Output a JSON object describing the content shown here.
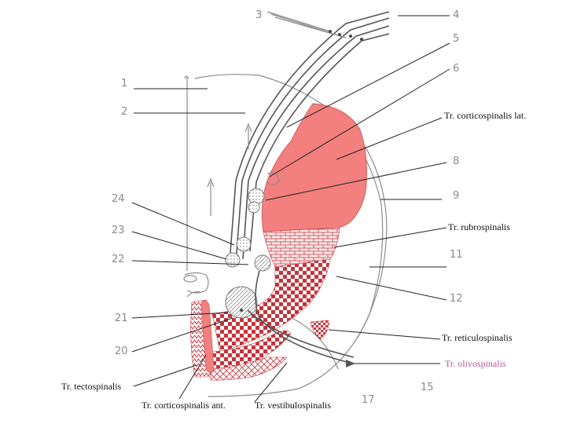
{
  "numbers": {
    "n1": "1",
    "n2": "2",
    "n3": "3",
    "n4": "4",
    "n5": "5",
    "n6": "6",
    "n8": "8",
    "n9": "9",
    "n11": "11",
    "n12": "12",
    "n15": "15",
    "n17": "17",
    "n20": "20",
    "n21": "21",
    "n22": "22",
    "n23": "23",
    "n24": "24"
  },
  "labels": {
    "corticospinalis_lat": "Tr. corticospinalis lat.",
    "rubrospinalis": "Tr. rubrospinalis",
    "reticulospinalis": "Tr. reticulospinalis",
    "olivospinalis": "Tr. olivospinalis",
    "tectospinalis": "Tr. tectospinalis",
    "corticospinalis_ant": "Tr. corticospinalis ant.",
    "vestibulospinalis": "Tr. vestibulospinalis"
  },
  "colors": {
    "lateral_tract": "#f47f7f",
    "pattern_red": "#c8323a",
    "olivo_label": "#b0599a"
  }
}
